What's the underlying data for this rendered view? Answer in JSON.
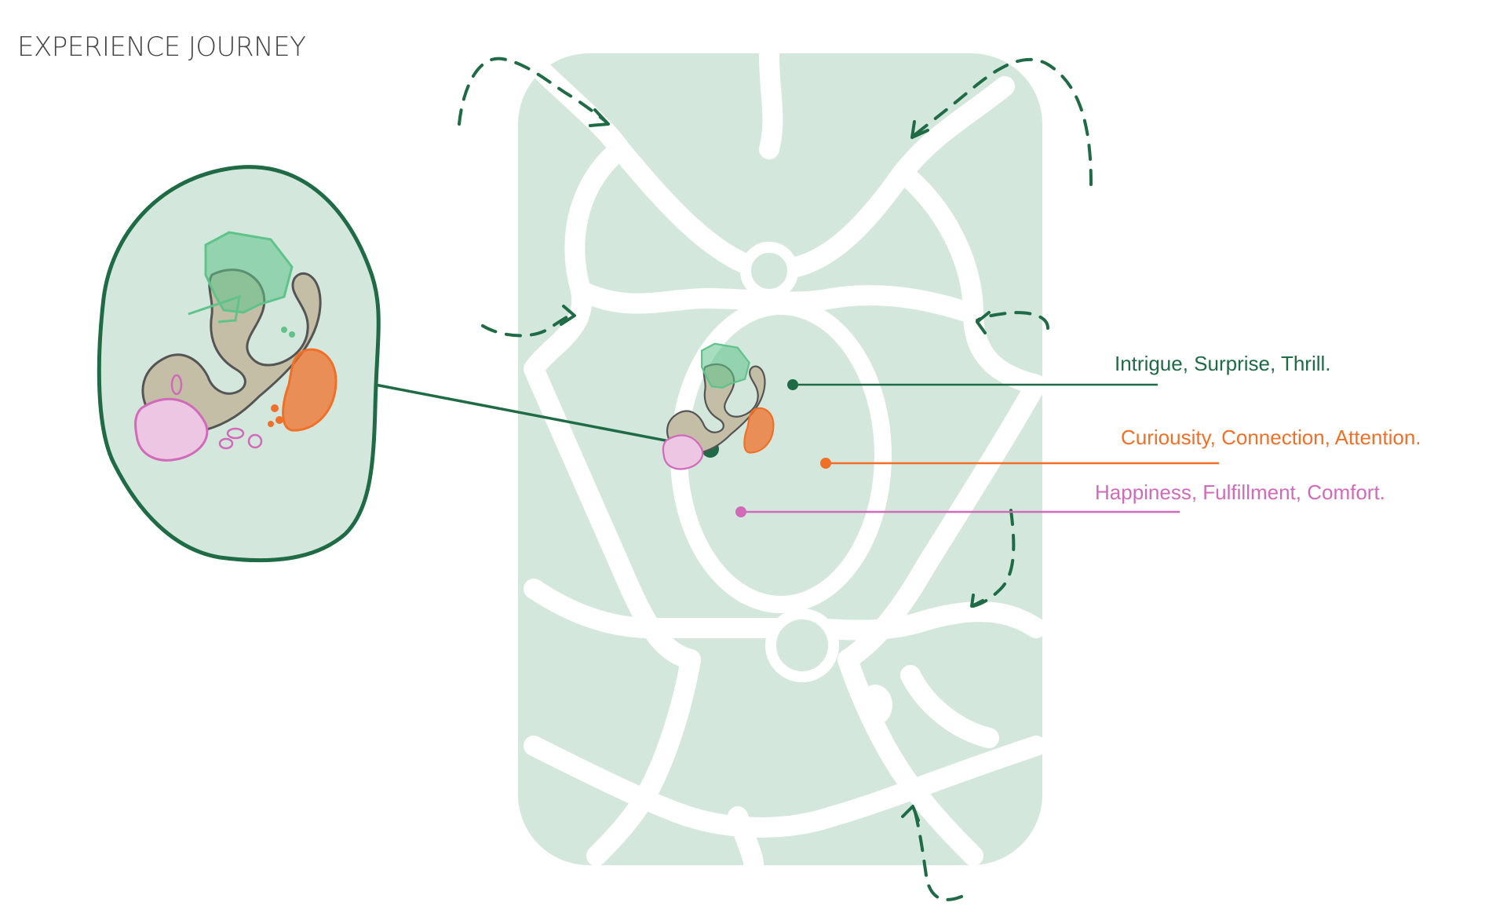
{
  "title": "EXPERIENCE JOURNEY",
  "emotions": [
    {
      "text": "Intrigue, Surprise, Thrill.",
      "color": "#1e6b45"
    },
    {
      "text": "Curiousity, Connection, Attention.",
      "color": "#f07028"
    },
    {
      "text": "Happiness, Fulfillment, Comfort.",
      "color": "#d16ab8"
    }
  ],
  "colors": {
    "cell_fill": "#d4e7dd",
    "dark_green": "#1e6b45",
    "light_green": "#5fc38a",
    "orange": "#f07028",
    "pink": "#d16ab8",
    "pink_fill": "#ecc6e2",
    "tan": "#c5bea6"
  }
}
